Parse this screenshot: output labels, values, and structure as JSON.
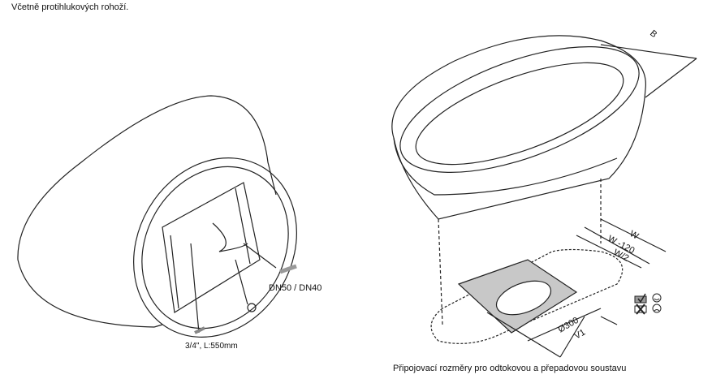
{
  "caption_top": "Včetně protihlukových rohoží.",
  "caption_bottom": "Připojovací rozměry pro odtokovou a přepadovou soustavu",
  "left_labels": {
    "drain": "DN50 / DN40",
    "hose": "3/4\", L:550mm"
  },
  "dimensions": {
    "b": "B",
    "w": "W",
    "w120": "W -120",
    "w2": "W/2",
    "d300": "Ø300",
    "v1": "V1"
  },
  "legend": [
    {
      "icon": "check-icon",
      "face": "smile-icon"
    },
    {
      "icon": "cross-icon",
      "face": "sad-icon"
    }
  ],
  "colors": {
    "line": "#222222",
    "plate": "#c8c8c8"
  }
}
